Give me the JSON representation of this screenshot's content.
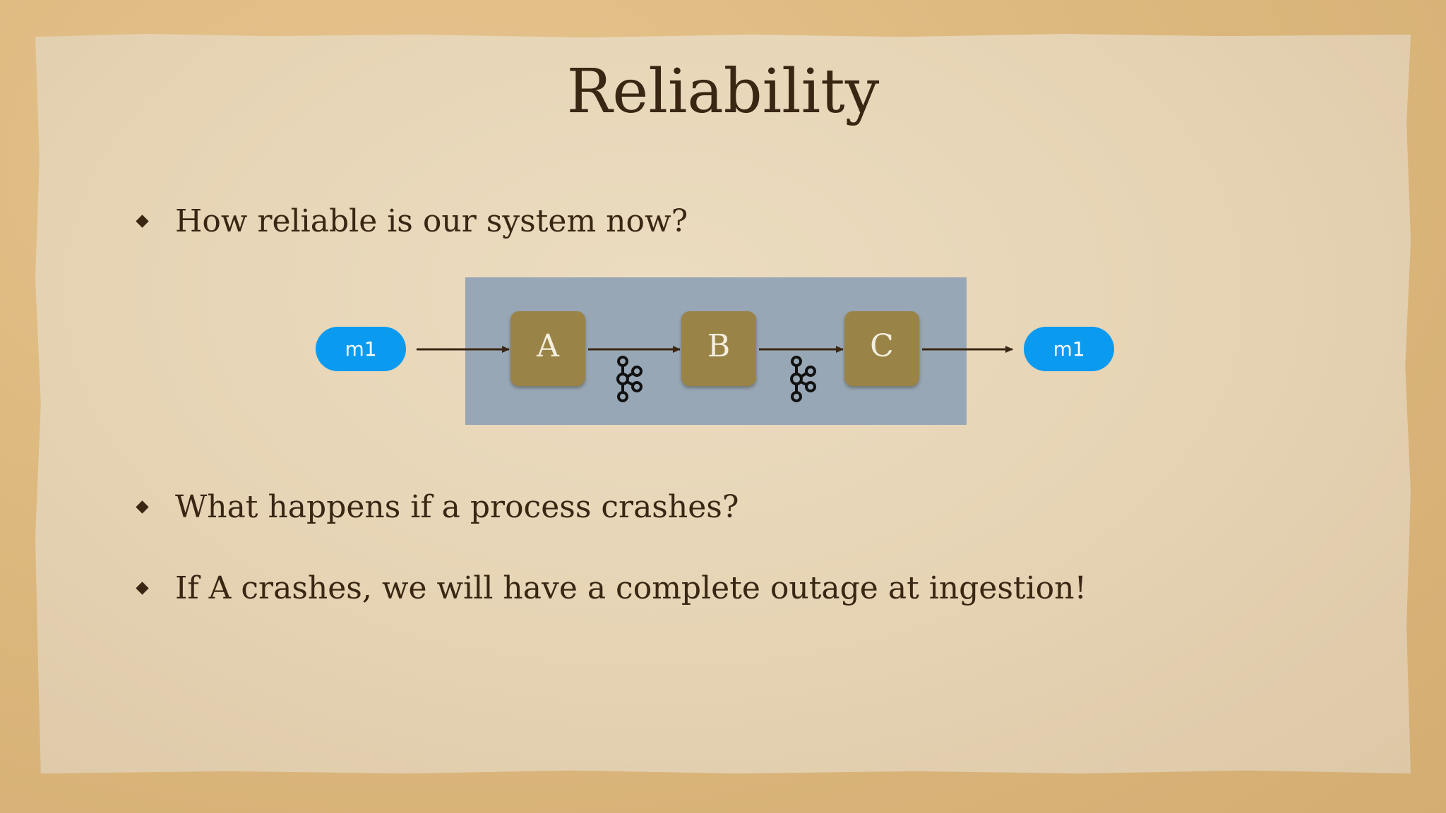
{
  "slide": {
    "title": "Reliability",
    "bullets": [
      "How reliable is our system now?",
      "What happens if a process crashes?",
      "If A crashes, we will have a complete outage at ingestion!"
    ]
  },
  "diagram": {
    "input_label": "m1",
    "output_label": "m1",
    "nodes": [
      "A",
      "B",
      "C"
    ],
    "colors": {
      "cluster": "#98a7b5",
      "node": "#9a8346",
      "pill": "#0a9bf0",
      "arrow": "#3a2613"
    },
    "icons": [
      "kafka-icon",
      "kafka-icon"
    ]
  }
}
